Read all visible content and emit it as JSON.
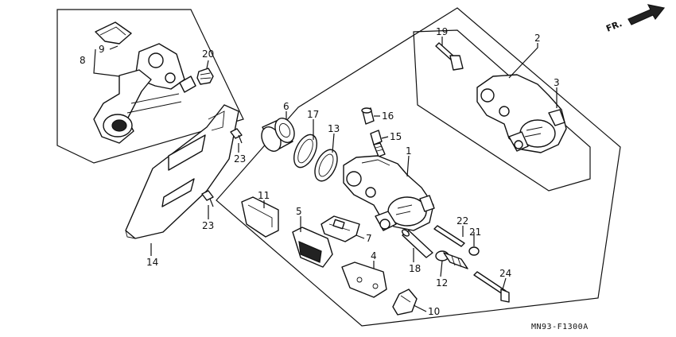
{
  "diagram": {
    "code": "MN93-F1300A",
    "direction_label": "FR."
  },
  "callouts": [
    {
      "id": "c1",
      "label": "1"
    },
    {
      "id": "c2",
      "label": "2"
    },
    {
      "id": "c3",
      "label": "3"
    },
    {
      "id": "c4",
      "label": "4"
    },
    {
      "id": "c5",
      "label": "5"
    },
    {
      "id": "c6",
      "label": "6"
    },
    {
      "id": "c7",
      "label": "7"
    },
    {
      "id": "c8",
      "label": "8"
    },
    {
      "id": "c9",
      "label": "9"
    },
    {
      "id": "c10",
      "label": "10"
    },
    {
      "id": "c11",
      "label": "11"
    },
    {
      "id": "c12",
      "label": "12"
    },
    {
      "id": "c13",
      "label": "13"
    },
    {
      "id": "c14",
      "label": "14"
    },
    {
      "id": "c15",
      "label": "15"
    },
    {
      "id": "c16",
      "label": "16"
    },
    {
      "id": "c17",
      "label": "17"
    },
    {
      "id": "c18",
      "label": "18"
    },
    {
      "id": "c19",
      "label": "19"
    },
    {
      "id": "c20",
      "label": "20"
    },
    {
      "id": "c21",
      "label": "21"
    },
    {
      "id": "c22",
      "label": "22"
    },
    {
      "id": "c23a",
      "label": "23"
    },
    {
      "id": "c23b",
      "label": "23"
    },
    {
      "id": "c24",
      "label": "24"
    }
  ]
}
